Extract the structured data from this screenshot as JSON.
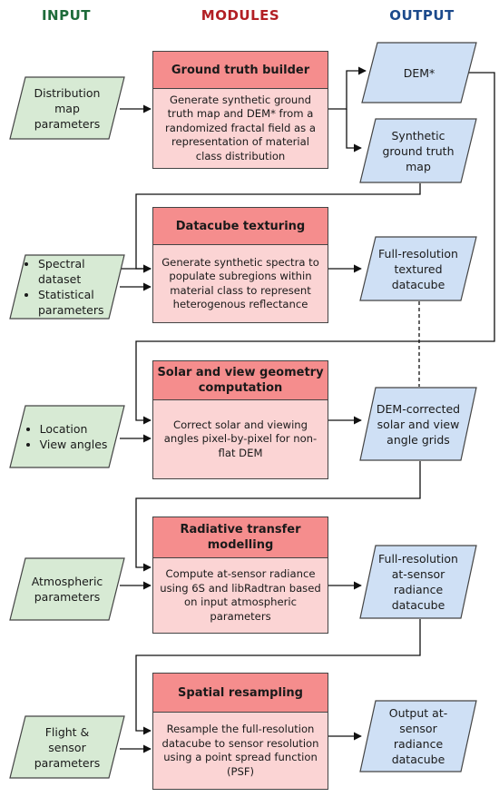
{
  "headers": {
    "input": "INPUT",
    "modules": "MODULES",
    "output": "OUTPUT"
  },
  "inputs": {
    "distribution": "Distribution map parameters",
    "spectral_items": [
      "Spectral dataset",
      "Statistical parameters"
    ],
    "location_items": [
      "Location",
      "View angles"
    ],
    "atmospheric": "Atmospheric parameters",
    "flight": "Flight & sensor parameters"
  },
  "modules": [
    {
      "title": "Ground truth builder",
      "body": "Generate synthetic ground truth map and DEM* from a randomized fractal field as a representation of material class distribution"
    },
    {
      "title": "Datacube texturing",
      "body": "Generate synthetic spectra to populate subregions within material class to represent heterogenous reflectance"
    },
    {
      "title": "Solar and view geometry computation",
      "body": "Correct solar and viewing angles pixel-by-pixel for non-flat DEM"
    },
    {
      "title": "Radiative transfer modelling",
      "body": "Compute at-sensor radiance using 6S and libRadtran based on input atmospheric parameters"
    },
    {
      "title": "Spatial resampling",
      "body": "Resample the full-resolution datacube to sensor resolution using a point spread function (PSF)"
    }
  ],
  "outputs": {
    "dem": "DEM*",
    "truth_map": "Synthetic ground truth map",
    "textured": "Full-resolution textured datacube",
    "angle_grids": "DEM-corrected solar and view angle grids",
    "radiance": "Full-resolution at-sensor radiance datacube",
    "output_radiance": "Output at-sensor radiance datacube"
  },
  "colors": {
    "input_fill": "#d7ead4",
    "output_fill": "#cfe0f5",
    "module_title": "#f58d8d",
    "module_body": "#fbd4d4",
    "header_input": "#1e6b3a",
    "header_modules": "#b21f24",
    "header_output": "#1c4a8c"
  }
}
